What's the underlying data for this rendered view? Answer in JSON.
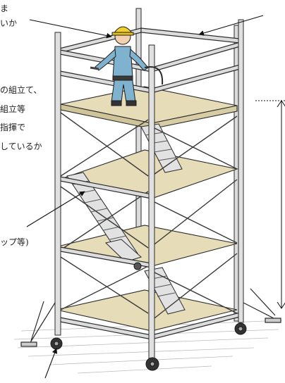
{
  "labels": {
    "top_left_1": "ま",
    "top_left_2": "いか",
    "mid_1": "の組立て、",
    "mid_2": "組立等",
    "mid_3": "指揮で",
    "mid_4": "しているか",
    "stair_note": "ップ等)"
  },
  "colors": {
    "frame": "#d9d9d9",
    "frame_stroke": "#2a2a2a",
    "deck": "#e6dcb8",
    "worker_suit": "#7fb2cf",
    "helmet": "#f0cf2c"
  }
}
